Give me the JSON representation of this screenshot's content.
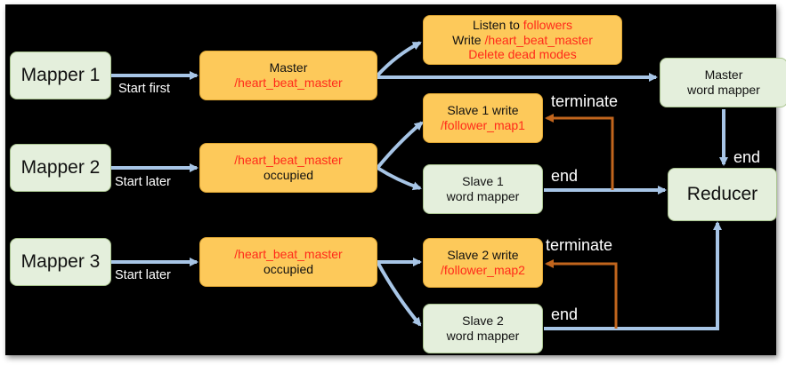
{
  "colors": {
    "background": "#000000",
    "green_node_fill": "#e4efdc",
    "yellow_node_fill": "#fdc95a",
    "highlight_text": "#ff2a1a",
    "flow_arrow": "#a7c5e6",
    "terminate_arrow": "#c1651d"
  },
  "nodes": {
    "mapper1": {
      "label": "Mapper 1"
    },
    "mapper2": {
      "label": "Mapper 2"
    },
    "mapper3": {
      "label": "Mapper 3"
    },
    "master": {
      "line1": "Master",
      "line2": "/heart_beat_master"
    },
    "occupied2": {
      "line1": "/heart_beat_master",
      "line2": "occupied"
    },
    "occupied3": {
      "line1": "/heart_beat_master",
      "line2": "occupied"
    },
    "master_tasks": {
      "line1_prefix": "Listen to ",
      "line1_highlight": "followers",
      "line2_prefix": "Write ",
      "line2_highlight": "/heart_beat_master",
      "line3": "Delete dead modes"
    },
    "master_mapper": {
      "line1": "Master",
      "line2": "word mapper"
    },
    "slave1_write": {
      "line1": "Slave 1 write",
      "line2": "/follower_map1"
    },
    "slave1_mapper": {
      "line1": "Slave 1",
      "line2": "word mapper"
    },
    "slave2_write": {
      "line1": "Slave 2 write",
      "line2": "/follower_map2"
    },
    "slave2_mapper": {
      "line1": "Slave 2",
      "line2": "word mapper"
    },
    "reducer": {
      "label": "Reducer"
    }
  },
  "edge_labels": {
    "start_first": "Start first",
    "start_later_2": "Start later",
    "start_later_3": "Start later",
    "terminate_1": "terminate",
    "terminate_2": "terminate",
    "end_master": "end",
    "end_slave1": "end",
    "end_slave2": "end"
  }
}
